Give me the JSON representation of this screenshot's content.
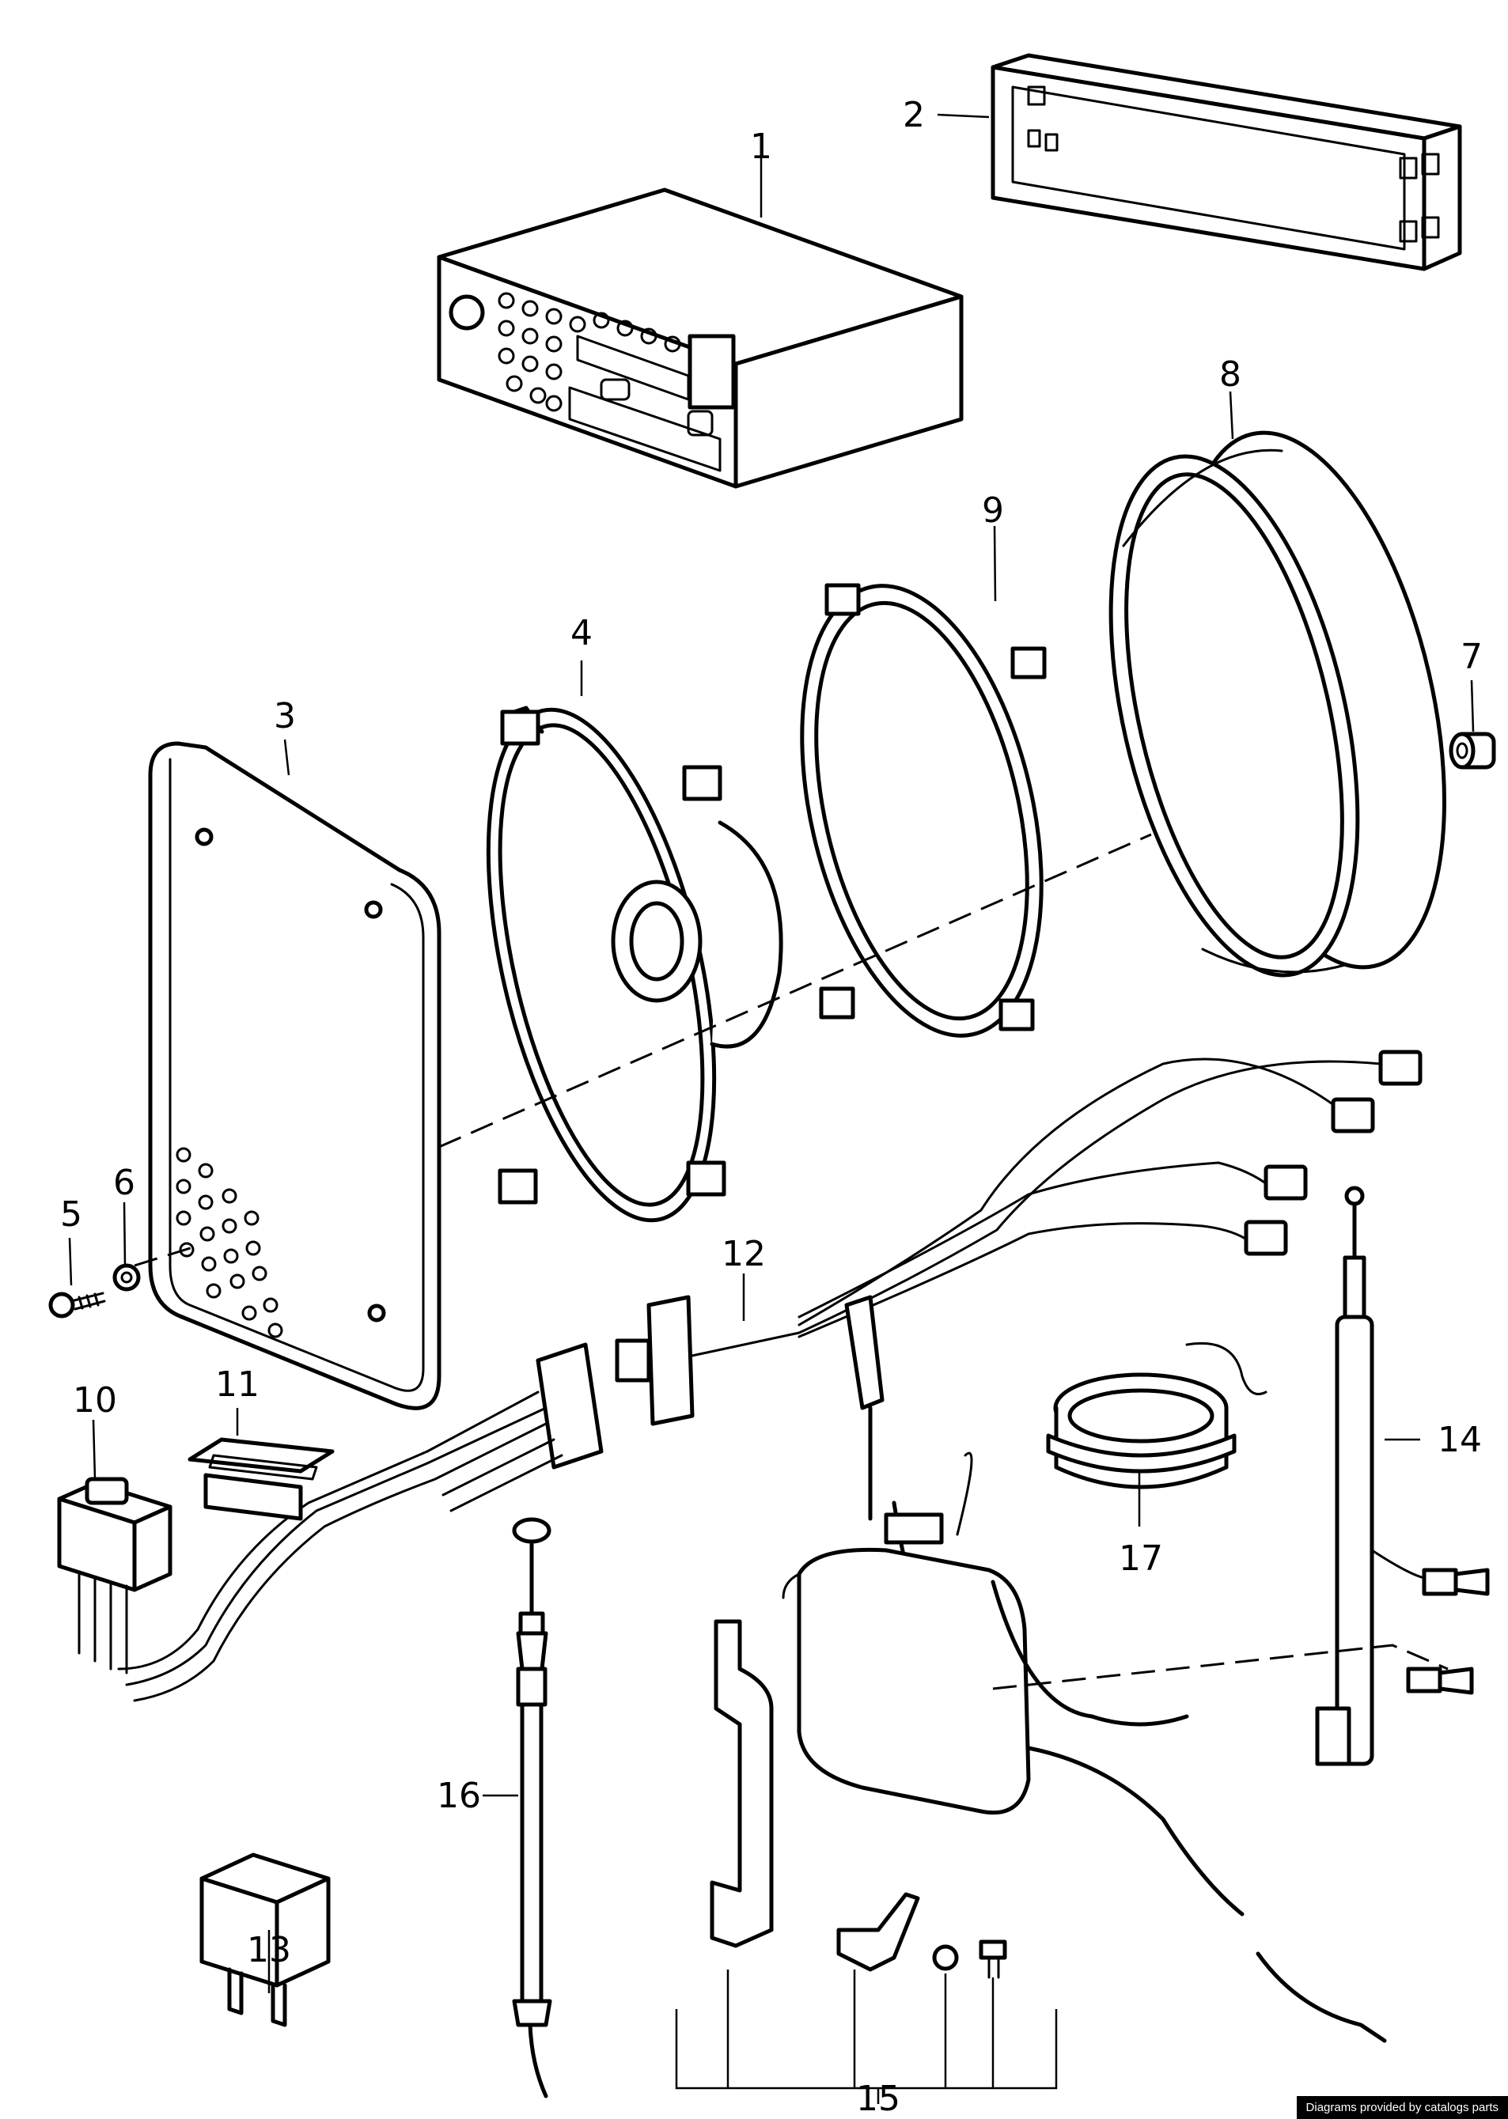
{
  "diagram": {
    "callouts": [
      {
        "id": "1",
        "label": "1"
      },
      {
        "id": "2",
        "label": "2"
      },
      {
        "id": "3",
        "label": "3"
      },
      {
        "id": "4",
        "label": "4"
      },
      {
        "id": "5",
        "label": "5"
      },
      {
        "id": "6",
        "label": "6"
      },
      {
        "id": "7",
        "label": "7"
      },
      {
        "id": "8",
        "label": "8"
      },
      {
        "id": "9",
        "label": "9"
      },
      {
        "id": "10",
        "label": "10"
      },
      {
        "id": "11",
        "label": "11"
      },
      {
        "id": "12",
        "label": "12"
      },
      {
        "id": "13",
        "label": "13"
      },
      {
        "id": "14",
        "label": "14"
      },
      {
        "id": "15",
        "label": "15"
      },
      {
        "id": "16",
        "label": "16"
      },
      {
        "id": "17",
        "label": "17"
      }
    ],
    "credit": "Diagrams provided by catalogs parts"
  }
}
